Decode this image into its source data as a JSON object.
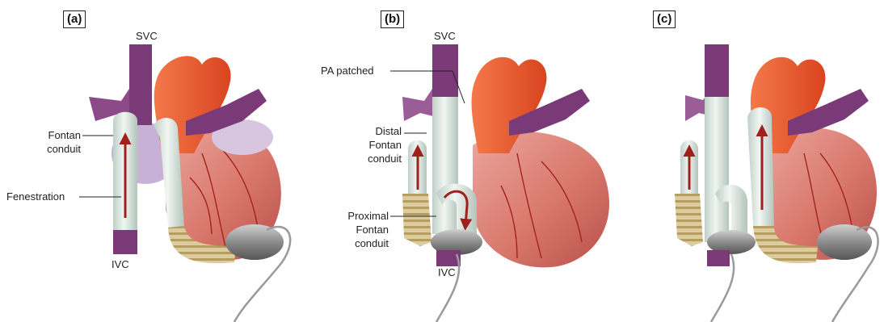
{
  "panels": {
    "a": {
      "tag": "(a)",
      "svc": "SVC",
      "ivc": "IVC",
      "fontan_conduit": [
        "Fontan",
        "conduit"
      ],
      "fenestration": "Fenestration"
    },
    "b": {
      "tag": "(b)",
      "svc": "SVC",
      "ivc": "IVC",
      "pa_patched": "PA patched",
      "distal": [
        "Distal",
        "Fontan",
        "conduit"
      ],
      "proximal": [
        "Proximal",
        "Fontan",
        "conduit"
      ]
    },
    "c": {
      "tag": "(c)"
    }
  },
  "colors": {
    "vein": "#7a3a78",
    "vein_light": "#9b5d97",
    "aorta": "#ee5a2f",
    "heart": "#d9786c",
    "heart_shade": "#b8504a",
    "atrium": "#c8b1d6",
    "conduit": "#dfe8e3",
    "graft": "#d9c79b",
    "pump": "#8f8f8f",
    "arrow": "#a0201d"
  }
}
